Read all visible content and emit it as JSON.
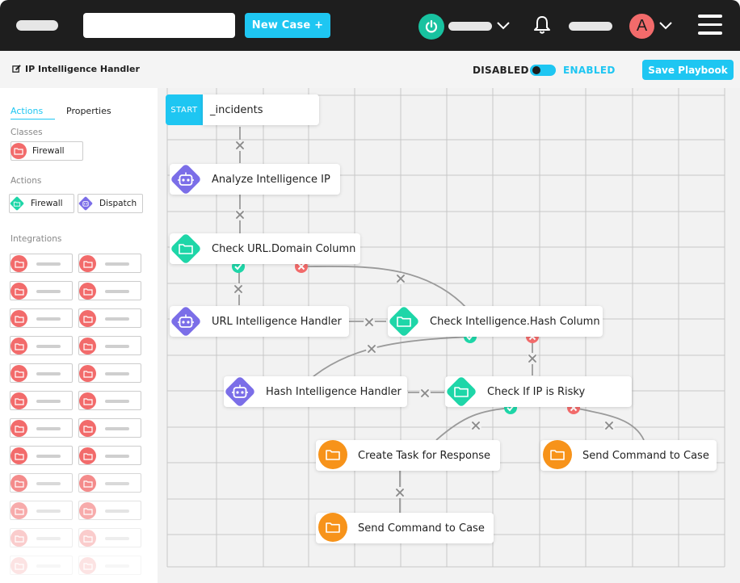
{
  "topbar": {
    "new_case_label": "New Case +",
    "accent": "#1ec6f2",
    "avatar_letter": "A"
  },
  "subheader": {
    "playbook_title": "IP Intelligence Handler",
    "disabled_label": "DISABLED",
    "enabled_label": "ENABLED",
    "save_label": "Save Playbook"
  },
  "sidebar": {
    "tabs": [
      "Actions",
      "Properties"
    ],
    "classes_heading": "Classes",
    "classes": [
      {
        "label": "Firewall",
        "icon": "folder-icon"
      }
    ],
    "actions_heading": "Actions",
    "actions": [
      {
        "label": "Firewall",
        "icon": "folder-diamond-icon"
      },
      {
        "label": "Dispatch",
        "icon": "robot-diamond-icon"
      }
    ],
    "integrations_heading": "Integrations"
  },
  "flow": {
    "start_tag": "START",
    "nodes": {
      "incidents": "_incidents",
      "analyze": "Analyze Intelligence IP",
      "check_url": "Check URL.Domain Column",
      "url_handler": "URL Intelligence Handler",
      "check_hash": "Check Intelligence.Hash Column",
      "hash_handler": "Hash Intelligence Handler",
      "check_ip": "Check If IP is Risky",
      "create_task": "Create Task for Response",
      "send_cmd_right": "Send Command to Case",
      "send_cmd_bottom": "Send Command to Case"
    },
    "colors": {
      "robot": "#7b6ee8",
      "condition": "#1ed6a8",
      "task": "#f7931a",
      "true": "#1ed6a8",
      "false": "#f26b6b"
    }
  }
}
